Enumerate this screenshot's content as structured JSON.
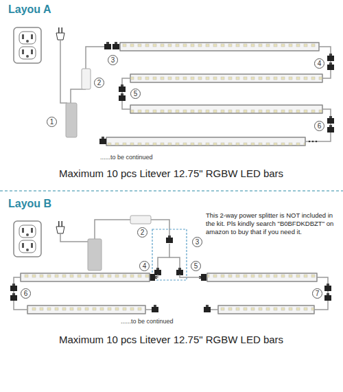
{
  "diagram": {
    "labels": [
      "Layou A",
      "1",
      "2",
      "3",
      "4",
      "5",
      "6",
      "......to be continued",
      "Maximum 10 pcs Litever 12.75\" RGBW LED bars",
      "Layou B",
      "2",
      "3",
      "4",
      "5",
      "6",
      "7",
      "This 2-way power splitter is NOT included in the kit. Pls kindly search \"B0BFDKDBZT\" on amazon to buy that if you need it.",
      "......to be continued",
      "Maximum 10 pcs Litever 12.75\" RGBW LED bars"
    ]
  }
}
